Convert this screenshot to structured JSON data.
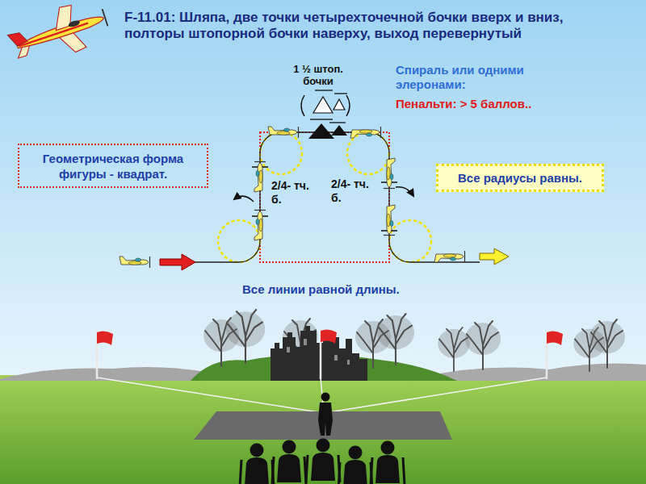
{
  "diagram": {
    "title": "F-11.01: Шляпа, две точки четырехточечной бочки вверх и вниз, полторы штопорной бочки наверху, выход перевернутый",
    "nodes": [
      {
        "text": [
          "Геометрическая форма фигуры - квадрат."
        ]
      },
      {
        "text": [
          "Все радиусы равны."
        ]
      }
    ],
    "labels": [
      "1 ½ штоп. бочки",
      "Спираль или одними элеронами:",
      "Пенальти: > 5 баллов..",
      "2/4- тч. б.",
      "2/4- тч. б.",
      "Все линии равной длины."
    ]
  }
}
